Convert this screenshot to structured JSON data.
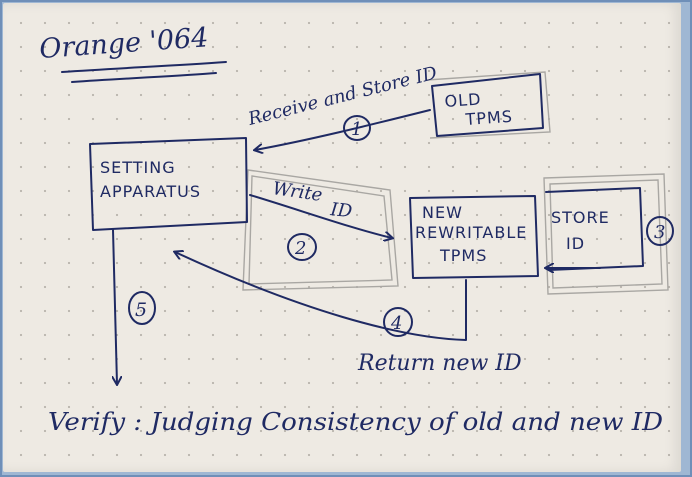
{
  "diagram": {
    "title": "Orange '064",
    "nodes": {
      "old_tpms": [
        "OLD",
        "TPMS"
      ],
      "setting_apparatus": [
        "SETTING",
        "APPARATUS"
      ],
      "new_tpms": [
        "NEW",
        "REWRITABLE",
        "TPMS"
      ],
      "store_id": [
        "STORE",
        "ID"
      ]
    },
    "edges": {
      "receive": "Receive and Store ID",
      "write": [
        "Write",
        "ID"
      ],
      "return": "Return new ID"
    },
    "steps": [
      "1",
      "2",
      "3",
      "4",
      "5"
    ],
    "verify": "Verify : Judging Consistency of old and new ID"
  },
  "colors": {
    "ink": "#1f2a63",
    "paper": "#eeeae3",
    "pencil": "#a9a7a3",
    "frame": "#9fb7d3"
  }
}
